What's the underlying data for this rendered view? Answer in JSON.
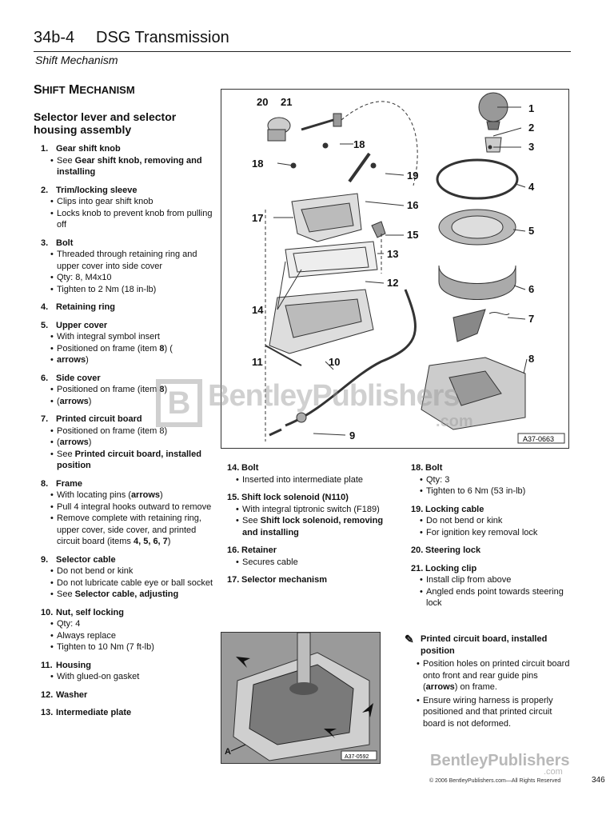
{
  "header": {
    "code": "34b-4",
    "title": "DSG Transmission",
    "subtitle": "Shift Mechanism"
  },
  "section": {
    "title_first": "S",
    "title_rest_cap": "HIFT",
    "title_m": "M",
    "title_rest2": "ECHANISM",
    "subtitle": "Selector lever and selector housing assembly"
  },
  "left_items": [
    {
      "num": "1.",
      "label": "Gear shift knob",
      "bullets": [
        {
          "pre": "See ",
          "bold": "Gear shift knob, removing and installing",
          "post": ""
        }
      ]
    },
    {
      "num": "2.",
      "label": "Trim/locking sleeve",
      "bullets": [
        {
          "pre": "Clips into gear shift knob"
        },
        {
          "pre": "Locks knob to prevent knob from pulling off"
        }
      ]
    },
    {
      "num": "3.",
      "label": "Bolt",
      "bullets": [
        {
          "pre": "Threaded through retaining ring and upper cover into side cover"
        },
        {
          "pre": "Qty: 8, M4x10"
        },
        {
          "pre": "Tighten to 2 Nm (18 in-lb)"
        }
      ]
    },
    {
      "num": "4.",
      "label": "Retaining ring",
      "bullets": []
    },
    {
      "num": "5.",
      "label": "Upper cover",
      "bullets": [
        {
          "pre": "With integral symbol insert"
        },
        {
          "pre": "Positioned on frame (item ",
          "bold": "8",
          "post": ") ("
        },
        {
          "pre": "",
          "bold": "arrows",
          "post": ")"
        }
      ]
    },
    {
      "num": "6.",
      "label": "Side cover",
      "bullets": [
        {
          "pre": "Positioned on frame (item ",
          "bold": "8",
          "post": ")"
        },
        {
          "pre": "(",
          "bold": "arrows",
          "post": ")"
        }
      ]
    },
    {
      "num": "7.",
      "label": "Printed circuit board",
      "bullets": [
        {
          "pre": "Positioned on frame (item 8)"
        },
        {
          "pre": "(",
          "bold": "arrows",
          "post": ")"
        },
        {
          "pre": "See ",
          "bold": "Printed circuit board, installed position",
          "post": ""
        }
      ]
    },
    {
      "num": "8.",
      "label": "Frame",
      "bullets": [
        {
          "pre": "With locating pins (",
          "bold": "arrows",
          "post": ")"
        },
        {
          "pre": "Pull 4 integral hooks outward to remove"
        },
        {
          "pre": "Remove complete with retaining ring, upper cover, side cover, and printed circuit board (items ",
          "bold": "4, 5, 6, 7",
          "post": ")"
        }
      ]
    },
    {
      "num": "9.",
      "label": "Selector cable",
      "bullets": [
        {
          "pre": "Do not bend or kink"
        },
        {
          "pre": "Do not lubricate cable eye or ball socket"
        },
        {
          "pre": "See ",
          "bold": "Selector cable, adjusting",
          "post": ""
        }
      ]
    },
    {
      "num": "10.",
      "label": "Nut, self locking",
      "bullets": [
        {
          "pre": "Qty: 4"
        },
        {
          "pre": "Always replace"
        },
        {
          "pre": "Tighten to 10 Nm (7 ft-lb)"
        }
      ]
    },
    {
      "num": "11.",
      "label": "Housing",
      "bullets": [
        {
          "pre": "With glued-on gasket"
        }
      ]
    },
    {
      "num": "12.",
      "label": "Washer",
      "bullets": []
    },
    {
      "num": "13.",
      "label": "Intermediate plate",
      "bullets": []
    }
  ],
  "mid_items": [
    {
      "num": "14.",
      "label": "Bolt",
      "bullets": [
        {
          "pre": "Inserted into intermediate plate"
        }
      ]
    },
    {
      "num": "15.",
      "label": "Shift lock solenoid (N110)",
      "bullets": [
        {
          "pre": "With integral tiptronic switch (F189)"
        },
        {
          "pre": "See ",
          "bold": "Shift lock solenoid, removing and installing",
          "post": ""
        }
      ]
    },
    {
      "num": "16.",
      "label": "Retainer",
      "bullets": [
        {
          "pre": "Secures cable"
        }
      ]
    },
    {
      "num": "17.",
      "label": "Selector mechanism",
      "bullets": []
    }
  ],
  "right_items": [
    {
      "num": "18.",
      "label": "Bolt",
      "bullets": [
        {
          "pre": "Qty: 3"
        },
        {
          "pre": "Tighten to 6 Nm (53 in-lb)"
        }
      ]
    },
    {
      "num": "19.",
      "label": "Locking cable",
      "bullets": [
        {
          "pre": "Do not bend or kink"
        },
        {
          "pre": "For ignition key removal lock"
        }
      ]
    },
    {
      "num": "20.",
      "label": "Steering lock",
      "bullets": []
    },
    {
      "num": "21.",
      "label": "Locking clip",
      "bullets": [
        {
          "pre": "Install clip from above"
        },
        {
          "pre": "Angled ends point towards steering lock"
        }
      ]
    }
  ],
  "callout": {
    "title": "Printed circuit board, installed position",
    "bullets": [
      {
        "pre": "Position holes on printed circuit board onto front and rear guide pins (",
        "bold": "arrows",
        "post": ") on frame."
      },
      {
        "pre": "Ensure wiring harness is properly positioned and that printed circuit board is not deformed."
      }
    ]
  },
  "figure1": {
    "ref": "A37-0663",
    "labels": [
      "20",
      "21",
      "18",
      "18",
      "19",
      "16",
      "17",
      "15",
      "13",
      "12",
      "14",
      "11",
      "10",
      "9",
      "1",
      "2",
      "3",
      "4",
      "5",
      "6",
      "7",
      "8"
    ]
  },
  "figure2": {
    "ref": "A37-0592",
    "label_a": "A"
  },
  "watermark": {
    "text": "BentleyPublishers",
    "com": ".com",
    "letter": "B"
  },
  "footer": {
    "logo": "BentleyPublishers",
    "com": ".com",
    "copyright": "© 2006 BentleyPublishers.com—All Rights Reserved",
    "page": "346"
  }
}
